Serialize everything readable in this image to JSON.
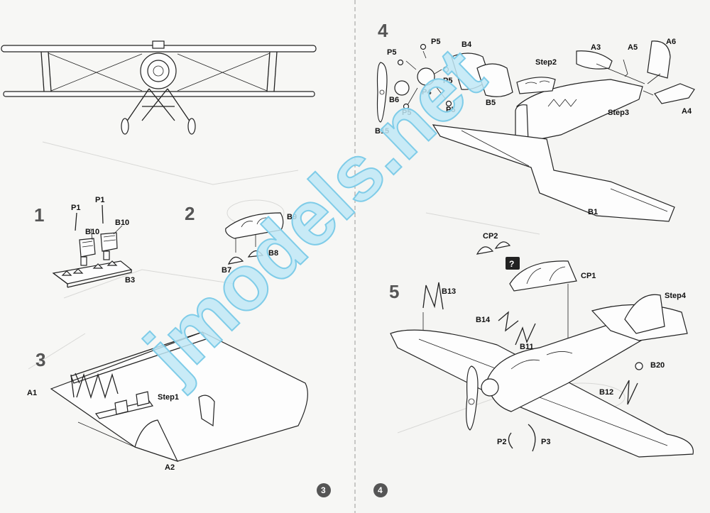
{
  "document": {
    "watermark": "jmodels.net",
    "left_page": {
      "page_number": "3",
      "steps": [
        {
          "number": "1",
          "parts": [
            "P1",
            "P1",
            "B10",
            "B10",
            "B3"
          ]
        },
        {
          "number": "2",
          "parts": [
            "B9",
            "B8",
            "B7"
          ]
        },
        {
          "number": "3",
          "parts": [
            "A1",
            "A2"
          ],
          "note": "Step1"
        }
      ]
    },
    "right_page": {
      "page_number": "4",
      "steps": [
        {
          "number": "4",
          "parts": [
            "P5",
            "P5",
            "B4",
            "P5",
            "B6",
            "P4",
            "P5",
            "P5",
            "B15",
            "B5",
            "A3",
            "A5",
            "A6",
            "A4",
            "B1"
          ],
          "notes": [
            "Step2",
            "Step3"
          ]
        },
        {
          "number": "5",
          "parts": [
            "CP2",
            "CP1",
            "B13",
            "B14",
            "B11",
            "B20",
            "B12",
            "P2",
            "P3"
          ],
          "notes": [
            "Step4"
          ],
          "query_mark": "?"
        }
      ]
    }
  }
}
